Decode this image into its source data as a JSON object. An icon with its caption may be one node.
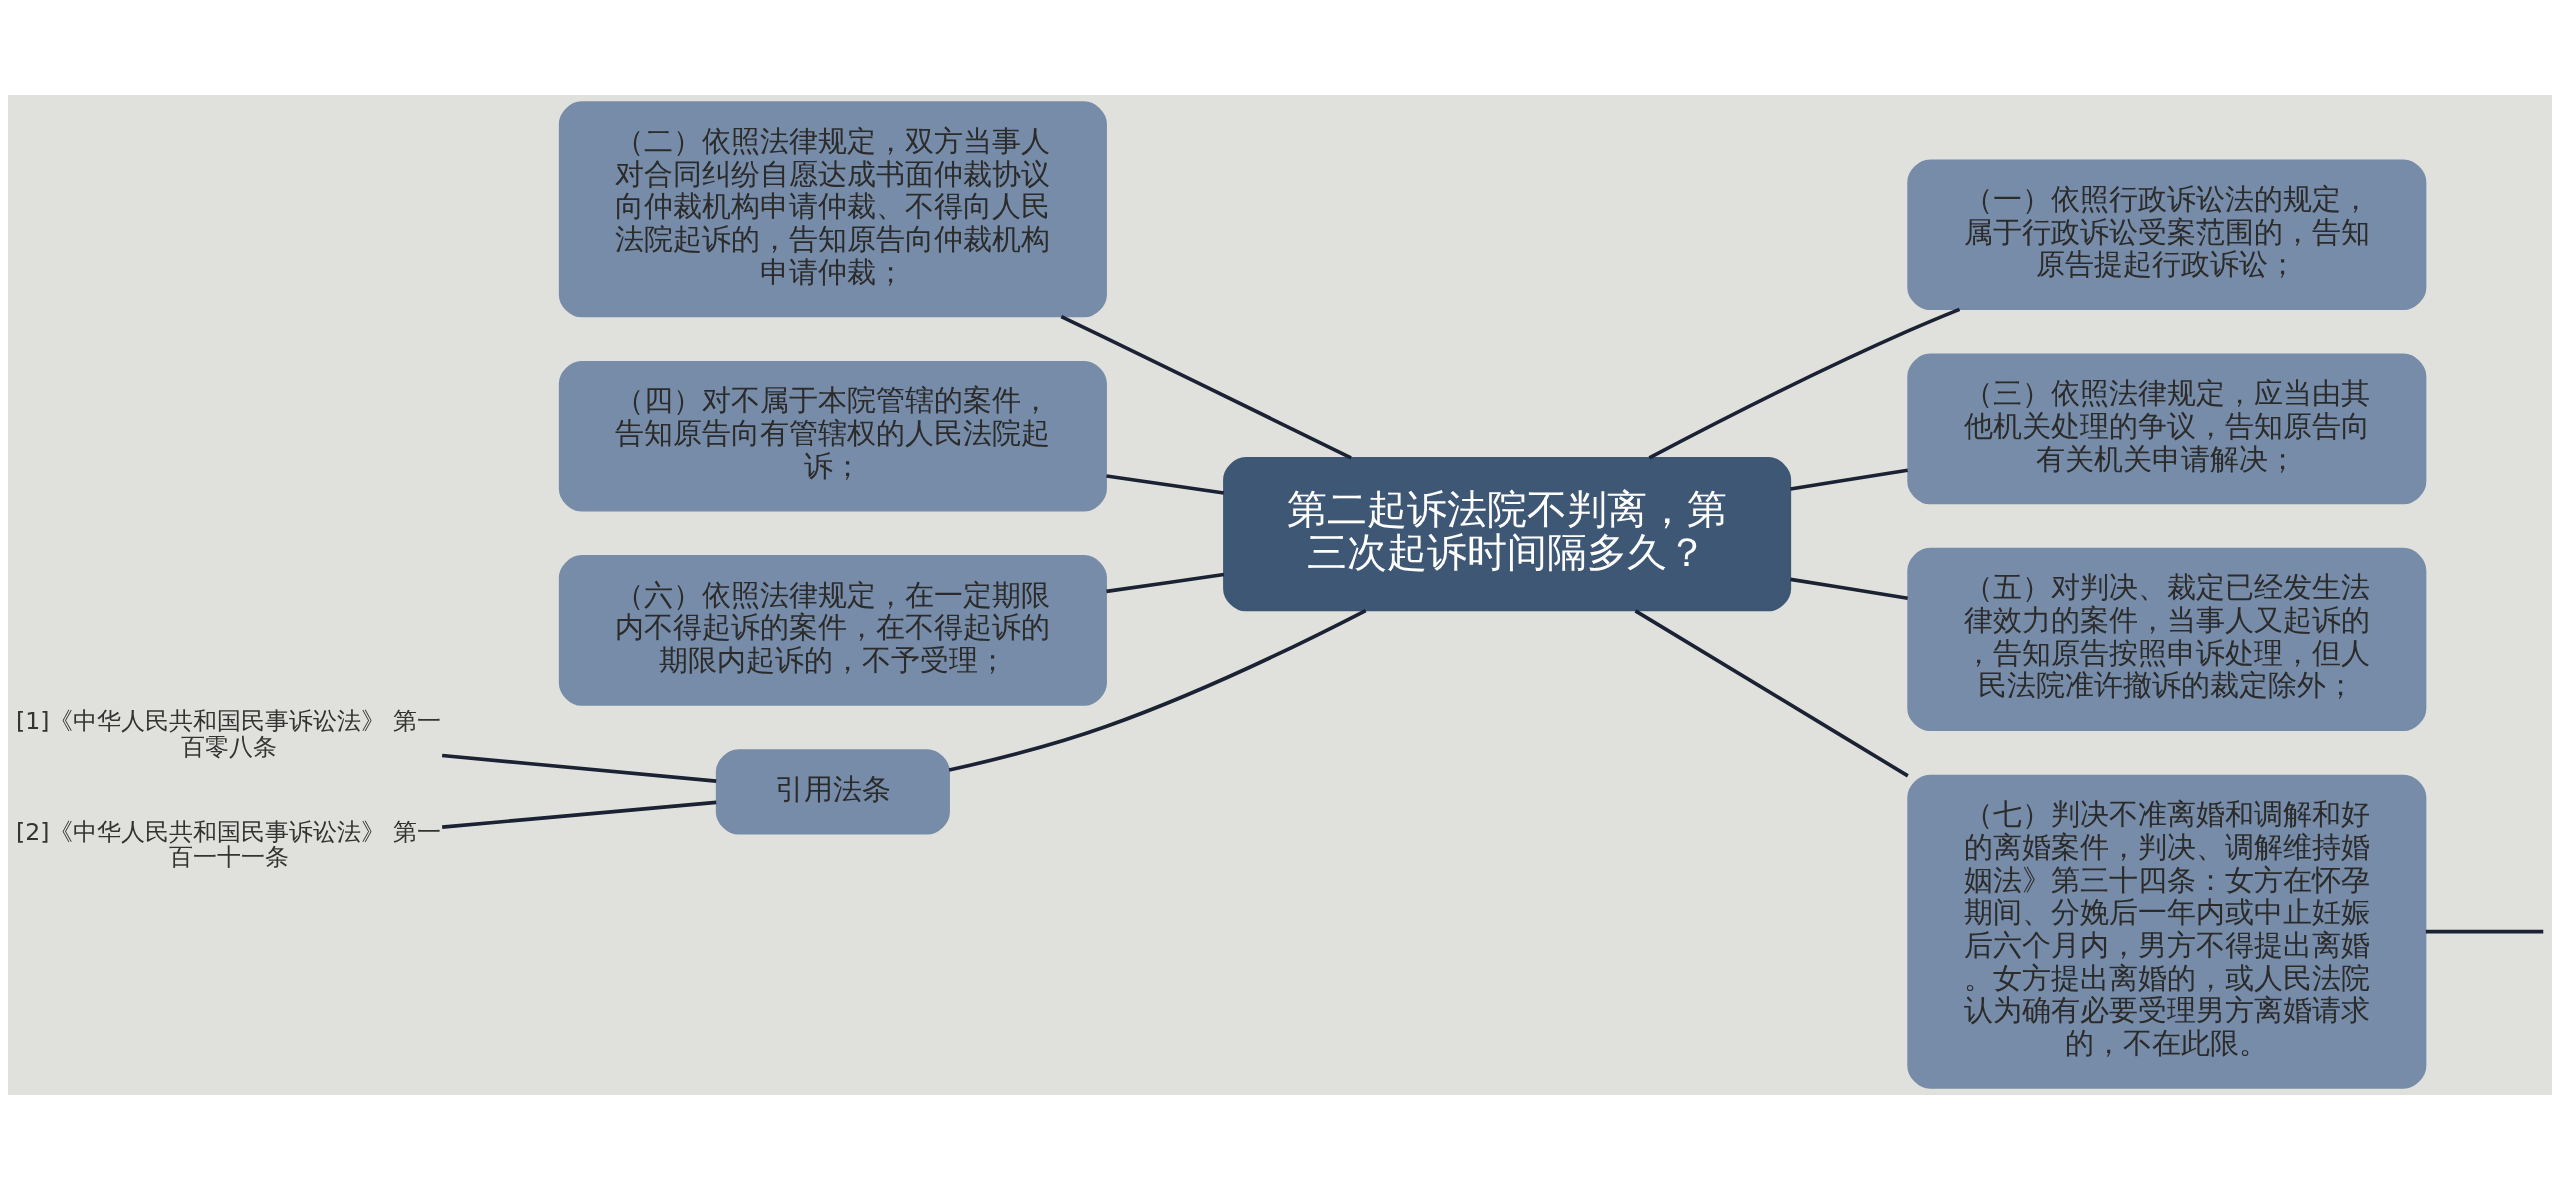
{
  "diagram": {
    "nodes": [
      {
        "text": [
          "第二起诉法院不判离，第三次起诉时间隔多久？"
        ]
      },
      {
        "text": [
          "（二）依照法律规定，双方当事人对合同纠纷自愿达成书面仲裁协议向仲裁机构申请仲裁、不得向人民法院起诉的，告知原告向仲裁机构申请仲裁；"
        ]
      },
      {
        "text": [
          "（一）依照行政诉讼法的规定，属于行政诉讼受案范围的，告知原告提起行政诉讼；"
        ]
      },
      {
        "text": [
          "（四）对不属于本院管辖的案件，告知原告向有管辖权的人民法院起诉；"
        ]
      },
      {
        "text": [
          "（三）依照法律规定，应当由其他机关处理的争议，告知原告向有关机关申请解决；"
        ]
      },
      {
        "text": [
          "（六）依照法律规定，在一定期限内不得起诉的案件，在不得起诉的期限内起诉的，不予受理；"
        ]
      },
      {
        "text": [
          "（五）对判决、裁定已经发生法律效力的案件，当事人又起诉的，告知原告按照申诉处理，但人民法院准许撤诉的裁定除外；"
        ]
      },
      {
        "text": [
          "（七）判决不准离婚和调解和好的离婚案件，判决、调解维持婚姻法》第三十四条：女方在怀孕期间、分娩后一年内或中止妊娠后六个月内，男方不得提出离婚。女方提出离婚的，或人民法院认为确有必要受理男方离婚请求的，不在此限。"
        ]
      },
      {
        "text": [
          "引用法条"
        ]
      },
      {
        "text": [
          "[1]《中华人民共和国民事诉讼法》 第一百零八条"
        ]
      },
      {
        "text": [
          "[2]《中华人民共和国民事诉讼法》 第一百一十一条"
        ]
      }
    ],
    "edges": [
      {
        "from": 0,
        "to": 1,
        "arrow": "none"
      },
      {
        "from": 0,
        "to": 2,
        "arrow": "none"
      },
      {
        "from": 0,
        "to": 3,
        "arrow": "none"
      },
      {
        "from": 0,
        "to": 4,
        "arrow": "none"
      },
      {
        "from": 0,
        "to": 5,
        "arrow": "none"
      },
      {
        "from": 0,
        "to": 6,
        "arrow": "none"
      },
      {
        "from": 0,
        "to": 7,
        "arrow": "none"
      },
      {
        "from": 0,
        "to": 8,
        "arrow": "none"
      },
      {
        "from": 8,
        "to": 9,
        "arrow": "none"
      },
      {
        "from": 8,
        "to": 10,
        "arrow": "none"
      },
      {
        "from": 7,
        "to": null,
        "arrow": "none"
      }
    ]
  }
}
